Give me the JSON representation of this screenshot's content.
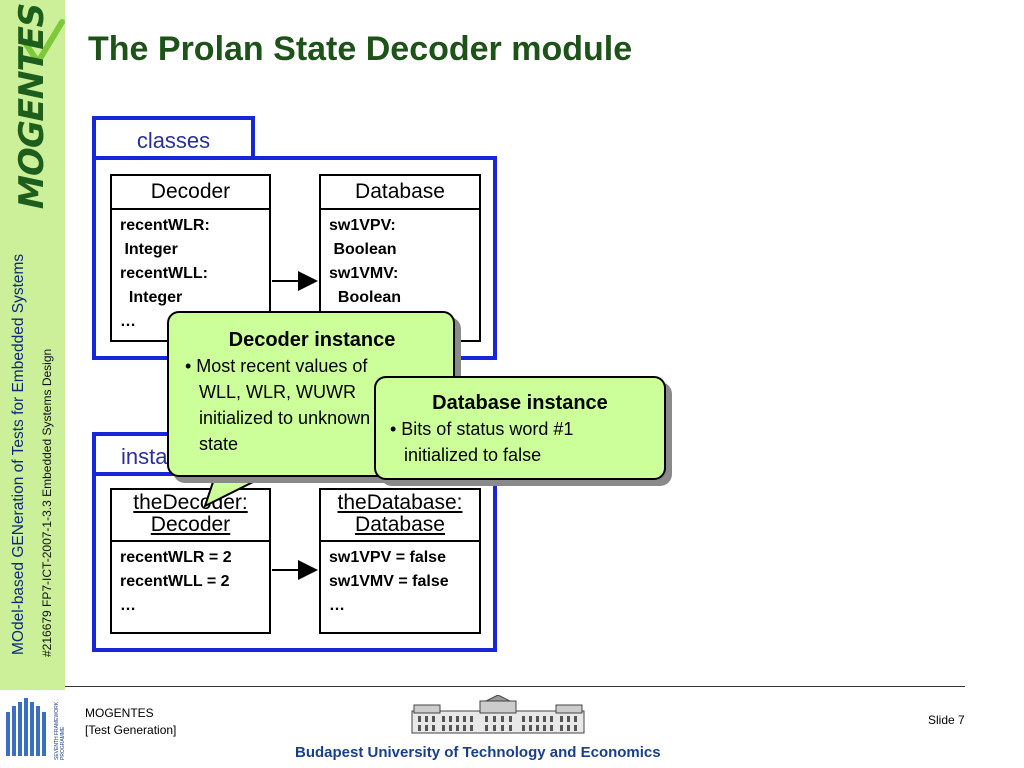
{
  "slide_title": "The Prolan State Decoder module",
  "sidebar": {
    "logo_text": "MOGENTES",
    "project_full_name": "MOdel-based GENeration of Tests for Embedded Systems",
    "grant_line": "#216679 FP7-ICT-2007-1-3.3 Embedded Systems Design",
    "brand_color": "#1d5e1d",
    "background_color": "#ccf09a"
  },
  "diagram": {
    "classes_package": {
      "label": "classes",
      "decoder_class": {
        "name": "Decoder",
        "attributes": [
          "recentWLR:",
          " Integer",
          "recentWLL:",
          "  Integer",
          "…"
        ]
      },
      "database_class": {
        "name": "Database",
        "attributes": [
          "sw1VPV:",
          " Boolean",
          "sw1VMV:",
          "  Boolean"
        ]
      }
    },
    "instances_package": {
      "label": "instances",
      "decoder_instance": {
        "name_line1": "theDecoder:",
        "name_line2": "Decoder",
        "attributes": [
          "recentWLR = 2",
          "recentWLL = 2",
          "…"
        ]
      },
      "database_instance": {
        "name_line1": "theDatabase:",
        "name_line2": "Database",
        "attributes": [
          "sw1VPV = false",
          "sw1VMV = false",
          "…"
        ]
      }
    },
    "callout_decoder": {
      "title": "Decoder instance",
      "bullet_line1": "• Most recent values of",
      "bullet_line2": "WLL, WLR, WUWR",
      "bullet_line3": "initialized to unknown",
      "bullet_line4": "state"
    },
    "callout_database": {
      "title": "Database instance",
      "bullet_line1": "• Bits of status word #1",
      "bullet_line2": "initialized to false"
    },
    "package_border_color": "#1726d8",
    "callout_fill_color": "#ccff99"
  },
  "footer": {
    "project": "MOGENTES",
    "section": "[Test Generation]",
    "slide_label": "Slide 7",
    "university": "Budapest University of Technology and Economics",
    "fp7_logo_text_line1": "SEVENTH FRAMEWORK",
    "fp7_logo_text_line2": "PROGRAMME"
  }
}
